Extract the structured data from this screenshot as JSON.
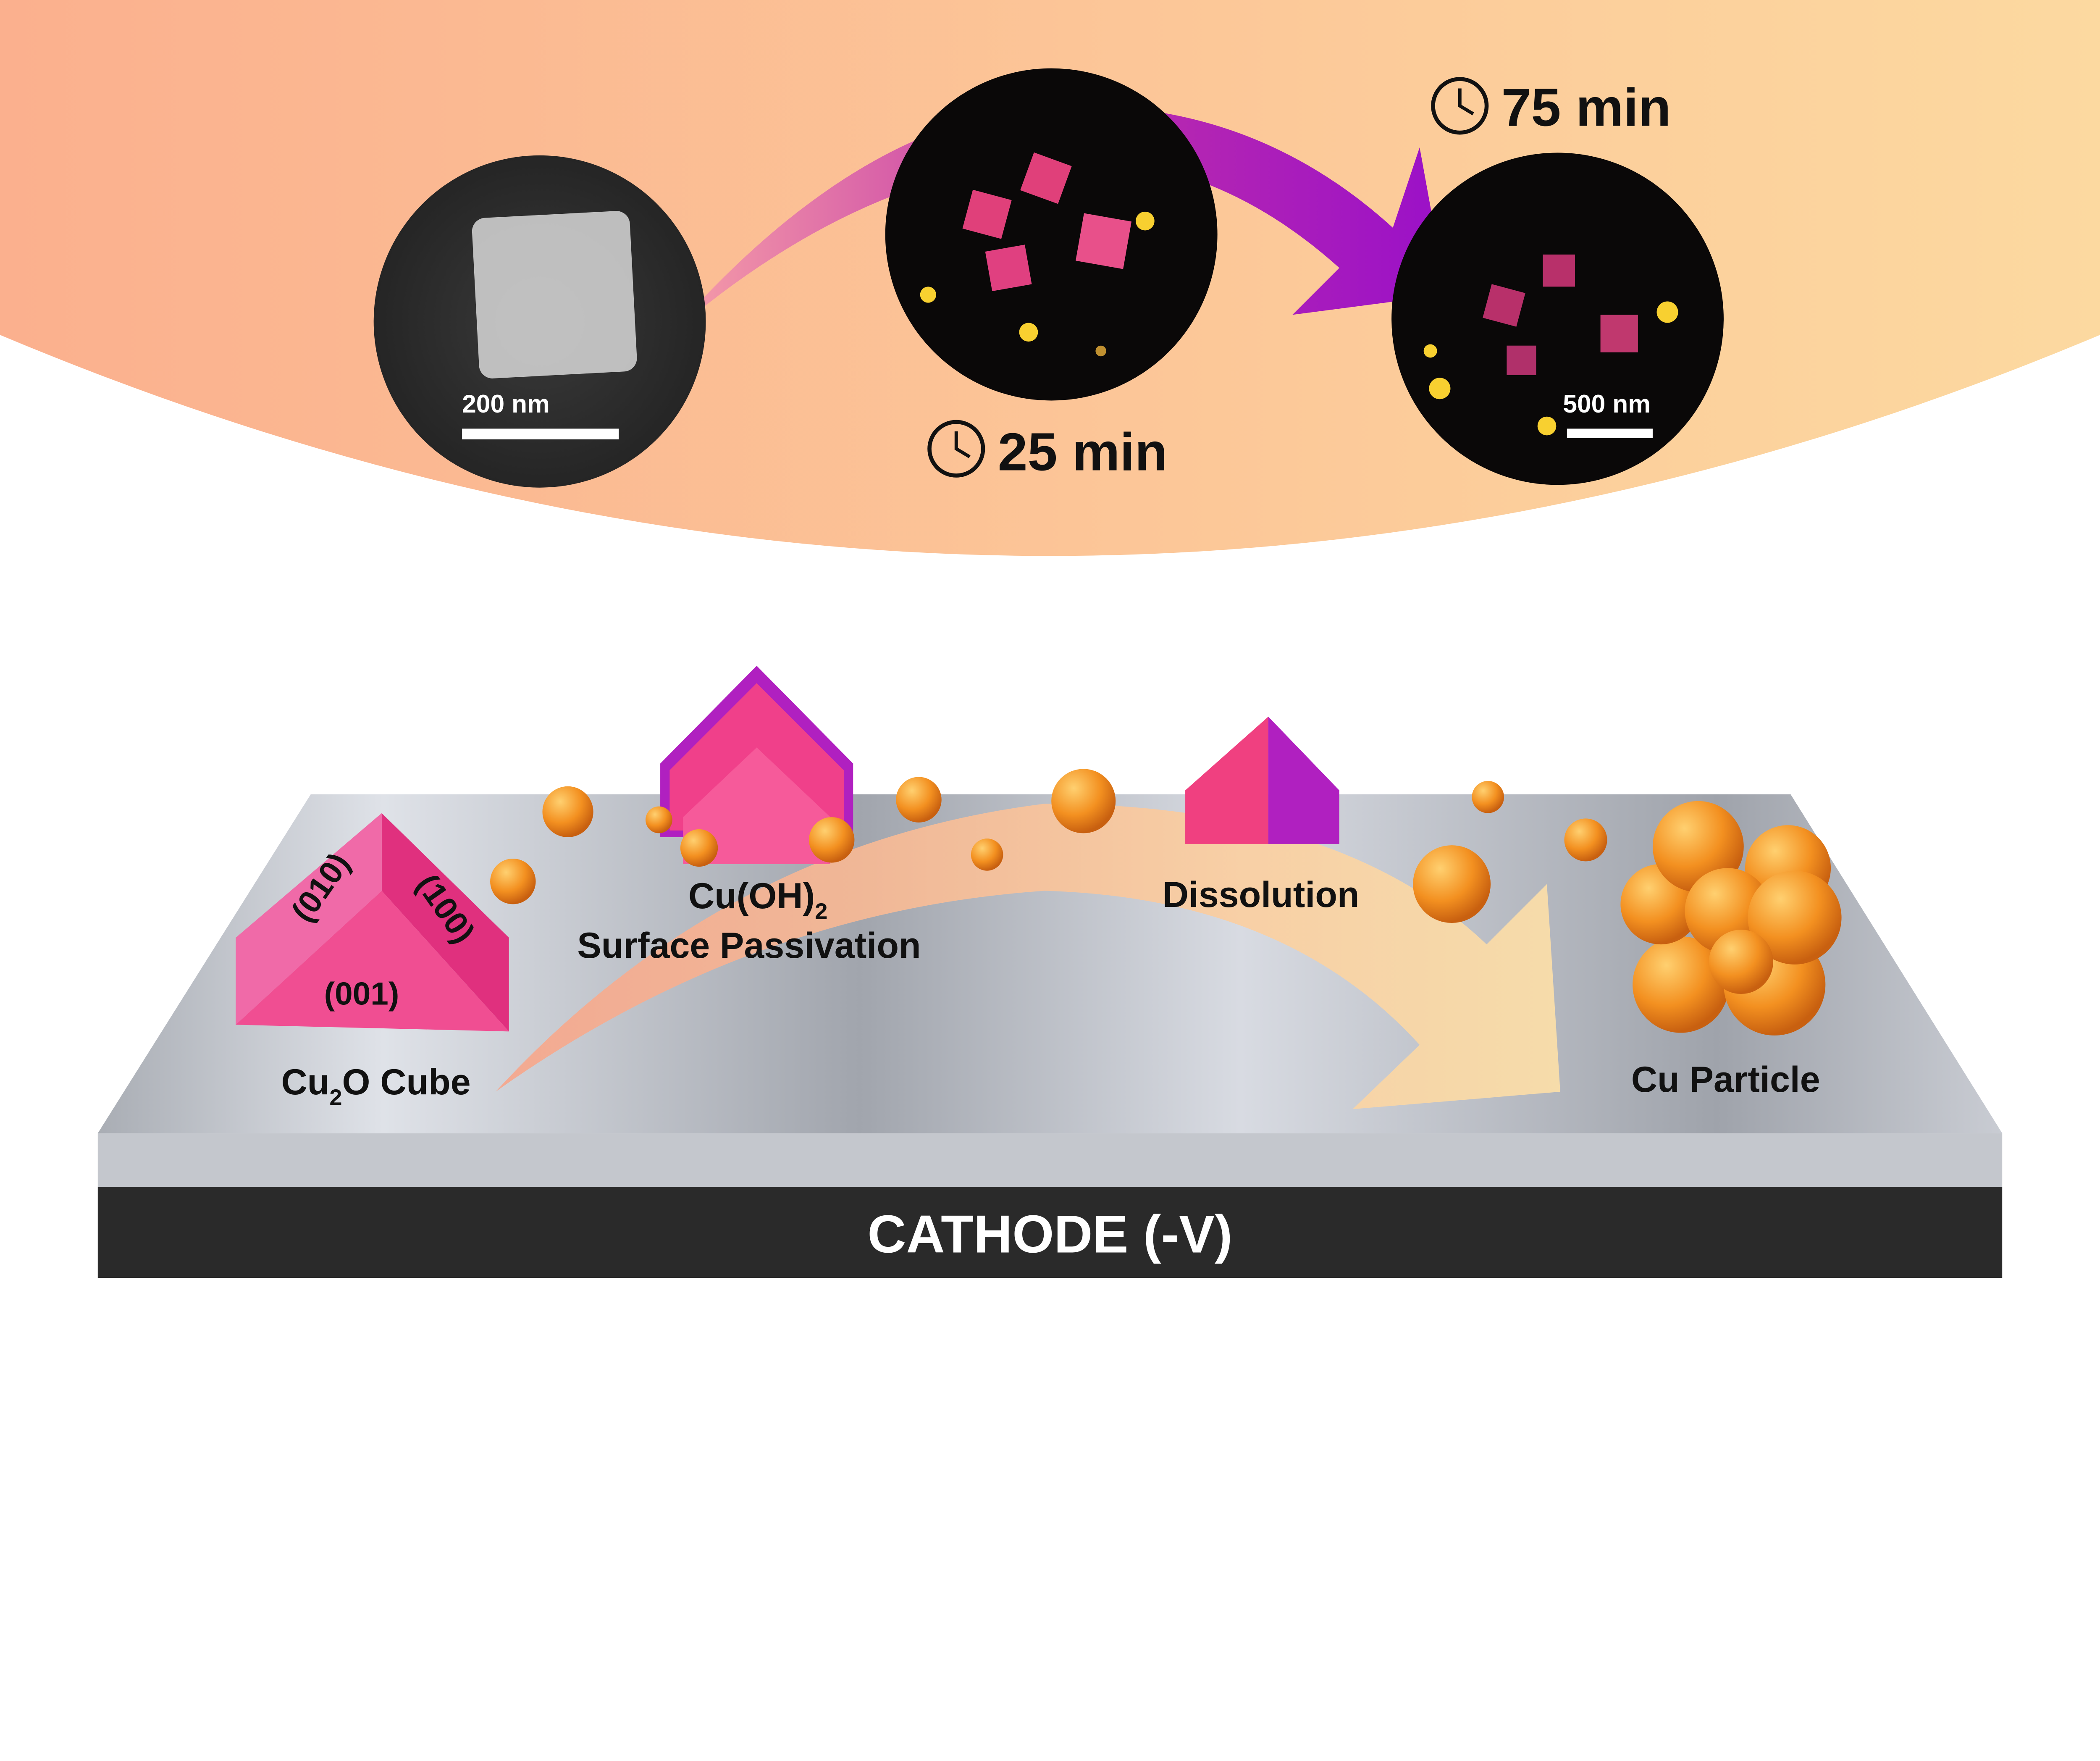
{
  "top_panel": {
    "scale_bar_1": "200 nm",
    "time_1": "25 min",
    "time_2": "75 min",
    "scale_bar_2": "500 nm"
  },
  "bottom_panel": {
    "facet_010": "(010)",
    "facet_100": "(100)",
    "facet_001": "(001)",
    "cube_label_main": "Cu",
    "cube_label_sub": "2",
    "cube_label_end": "O Cube",
    "passivation_main": "Cu(OH)",
    "passivation_sub": "2",
    "passivation_line2": "Surface Passivation",
    "dissolution": "Dissolution",
    "particle": "Cu Particle",
    "cathode": "CATHODE (-V)"
  },
  "colors": {
    "pink": "#f0408a",
    "purple": "#b020c0",
    "orange": "#f08a20",
    "background_peach": "#fbbf94"
  }
}
